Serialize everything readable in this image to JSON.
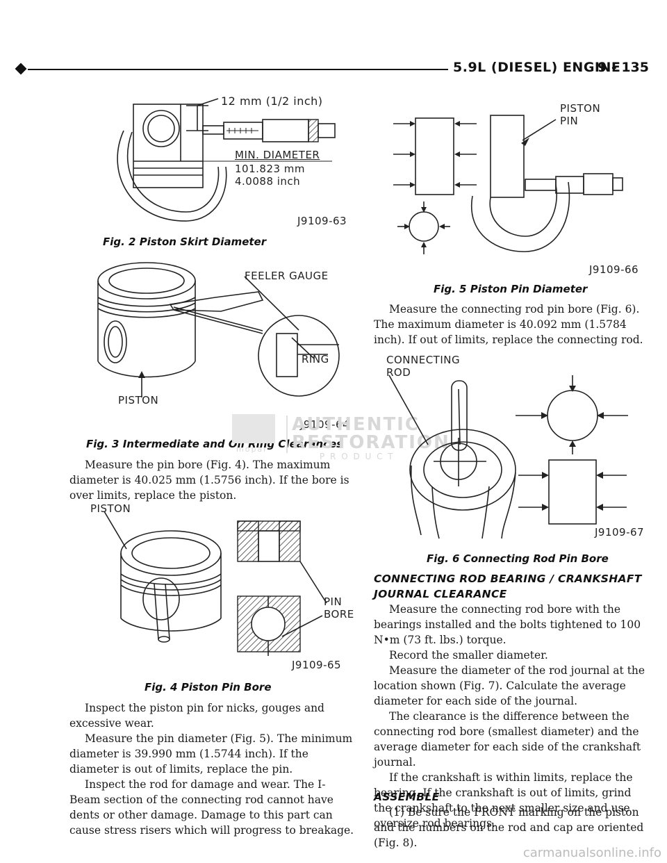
{
  "header": {
    "title": "5.9L (DIESEL) ENGINE",
    "page_number": "9 - 135"
  },
  "fig2": {
    "label_size": "12 mm (1/2 inch)",
    "label_min": "MIN. DIAMETER",
    "label_mm": "101.823 mm",
    "label_inch": "4.0088 inch",
    "code": "J9109-63",
    "caption": "Fig. 2 Piston Skirt Diameter"
  },
  "fig3": {
    "label_feeler": "FEELER GAUGE",
    "label_ring": "RING",
    "label_piston": "PISTON",
    "code": "J9109-64",
    "caption": "Fig. 3 Intermediate and Oil Ring Clearances"
  },
  "para_pin_bore": "Measure the pin bore (Fig. 4). The maximum diameter is 40.025 mm (1.5756 inch). If the bore is over limits, replace the piston.",
  "fig4": {
    "label_piston": "PISTON",
    "label_pin": "PIN",
    "label_bore": "BORE",
    "code": "J9109-65",
    "caption": "Fig. 4 Piston Pin Bore"
  },
  "left_paras": [
    "Inspect the piston pin for nicks, gouges and excessive wear.",
    "Measure the pin diameter (Fig. 5). The minimum diameter is 39.990 mm (1.5744 inch). If the diameter is out of limits, replace the pin.",
    "Inspect the rod for damage and wear. The I-Beam section of the connecting rod cannot have dents or other damage. Damage to this part can cause stress risers which will progress to breakage."
  ],
  "fig5": {
    "label_piston": "PISTON",
    "label_pin": "PIN",
    "code": "J9109-66",
    "caption": "Fig. 5 Piston Pin Diameter"
  },
  "para_rod_bore": "Measure the connecting rod pin bore (Fig. 6). The maximum diameter is 40.092 mm (1.5784 inch). If out of limits, replace the connecting rod.",
  "fig6": {
    "label_connecting": "CONNECTING",
    "label_rod": "ROD",
    "code": "J9109-67",
    "caption": "Fig. 6 Connecting Rod Pin Bore"
  },
  "section_bearing": {
    "heading_line1": "CONNECTING ROD BEARING / CRANKSHAFT",
    "heading_line2": "JOURNAL CLEARANCE",
    "paras": [
      "Measure the connecting rod bore with the bearings installed and the bolts tightened to 100 N•m (73 ft. lbs.) torque.",
      "Record the smaller diameter.",
      "Measure the diameter of the rod journal at the location shown (Fig. 7). Calculate the average diameter for each side of the journal.",
      "The clearance is the difference between the connecting rod bore (smallest diameter) and the average diameter for each side of the crankshaft journal.",
      "If the crankshaft is within limits, replace the bearing. If the crankshaft is out of limits, grind the crankshaft to the next smaller size and use oversize rod bearings."
    ]
  },
  "section_assemble": {
    "heading": "ASSEMBLE",
    "paras": [
      "(1) Be sure the FRONT marking on the piston and the numbers on the rod and cap are oriented (Fig. 8)."
    ]
  },
  "watermark": {
    "line1": "AUTHENTIC",
    "line2": "RESTORATION",
    "line3": "P R O D U C T",
    "brand": "mopar"
  },
  "footer": "carmanualsonline.info"
}
